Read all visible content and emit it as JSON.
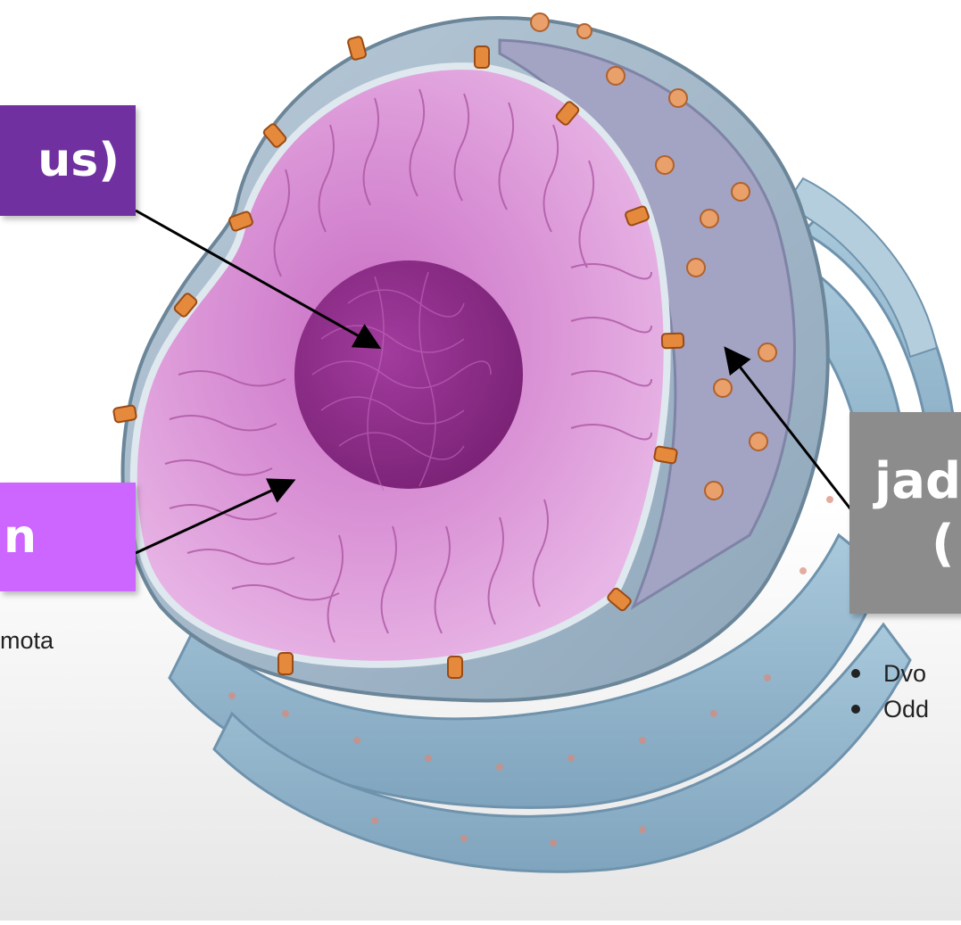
{
  "labels": {
    "nucleolus": "us)",
    "chromatin": "n",
    "envelope_line1": "jad",
    "envelope_line2": "( k"
  },
  "notes": {
    "left_fragment": "mota",
    "right_bullets": [
      "Dvo",
      "Odd"
    ]
  },
  "colors": {
    "nucleolus_box": "#7030a0",
    "chromatin_box": "#cc66ff",
    "envelope_box": "#8c8c8c",
    "nucleoplasm": "#d98fd4",
    "nucleolus": "#8b2a86",
    "envelope": "#9fb6c8",
    "pore": "#e58a3c",
    "er": "#9cc0d6"
  }
}
